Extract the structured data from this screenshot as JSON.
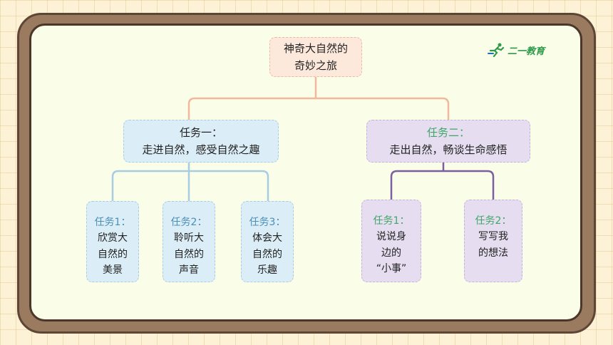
{
  "root": {
    "line1": "神奇大自然的",
    "line2": "奇妙之旅"
  },
  "logo": {
    "text": "二一教育",
    "icon": "running-figure-icon",
    "color": "#2e9a4a"
  },
  "task1": {
    "label": "任务一：",
    "desc": "走进自然，感受自然之趣",
    "subtasks": [
      {
        "label": "任务1：",
        "lines": [
          "欣赏大",
          "自然的",
          "美景"
        ]
      },
      {
        "label": "任务2：",
        "lines": [
          "聆听大",
          "自然的",
          "声音"
        ]
      },
      {
        "label": "任务3：",
        "lines": [
          "体会大",
          "自然的",
          "乐趣"
        ]
      }
    ]
  },
  "task2": {
    "label": "任务二：",
    "desc": "走出自然，畅谈生命感悟",
    "subtasks": [
      {
        "label": "任务1：",
        "lines": [
          "说说身",
          "边的",
          "“小事”"
        ]
      },
      {
        "label": "任务2：",
        "lines": [
          "写写我",
          "的想法"
        ]
      }
    ]
  },
  "colors": {
    "root_line": "#f2b89b",
    "task1_line": "#a8cde3",
    "task2_line": "#7b5fa0",
    "blue_label": "#4a8fb8",
    "green_label": "#3fa667"
  }
}
